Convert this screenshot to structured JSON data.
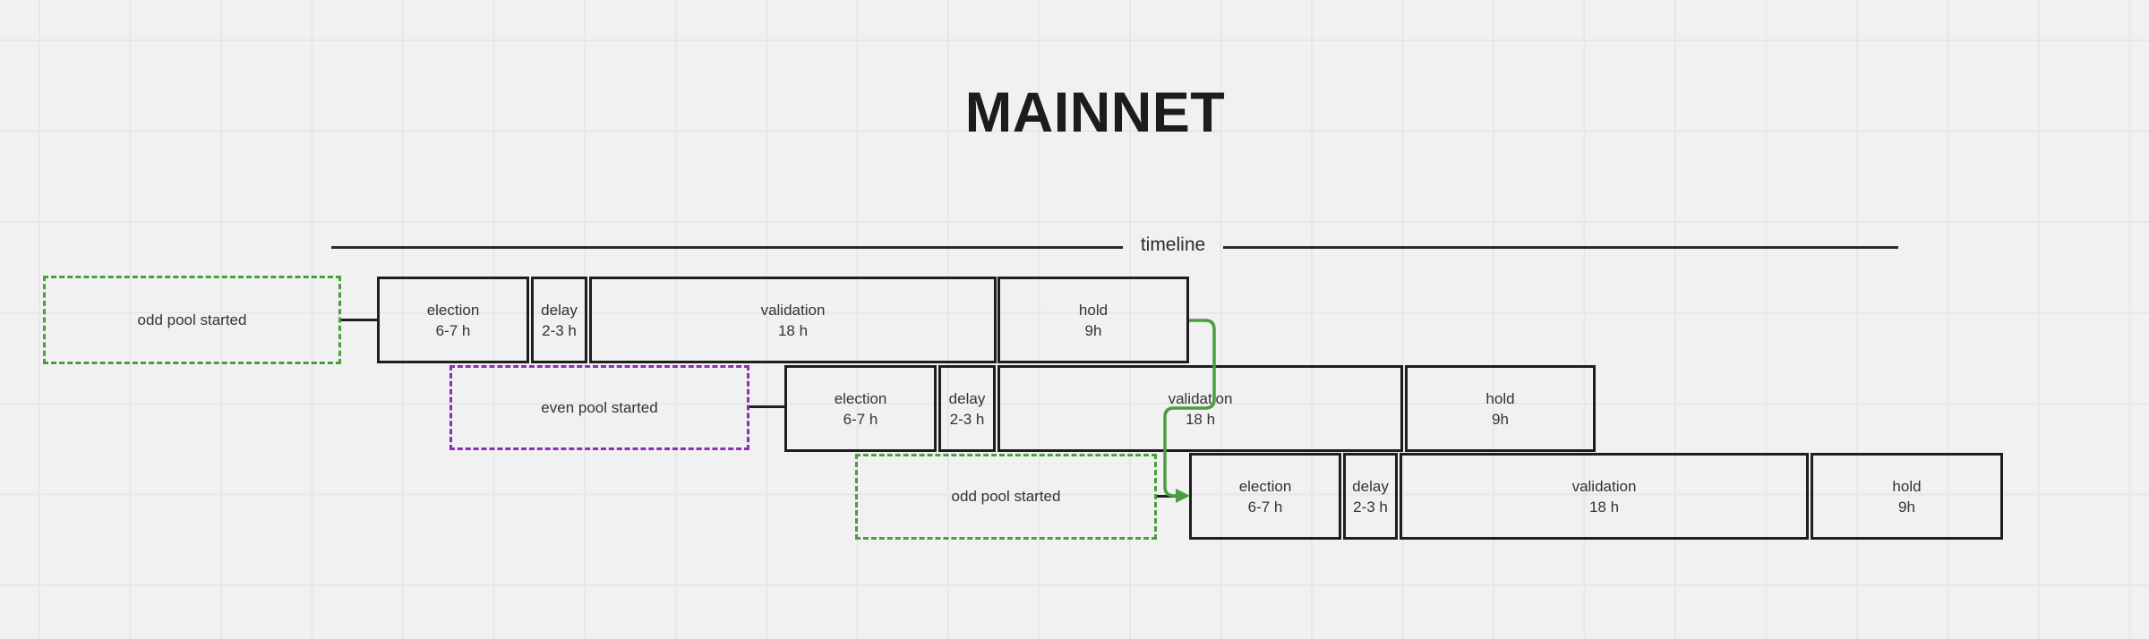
{
  "title": "MAINNET",
  "timeline": {
    "label": "timeline"
  },
  "colors": {
    "background": "#f1f1f2",
    "grid": "#e7e7e9",
    "line": "#1e1e1e",
    "text": "#333333",
    "green": "#4a9e3e",
    "purple": "#8d2eb4"
  },
  "rows": [
    {
      "trigger": "odd pool started",
      "phases": [
        {
          "name": "election",
          "duration": "6-7 h"
        },
        {
          "name": "delay",
          "duration": "2-3 h"
        },
        {
          "name": "validation",
          "duration": "18 h"
        },
        {
          "name": "hold",
          "duration": "9h"
        }
      ]
    },
    {
      "trigger": "even pool started",
      "phases": [
        {
          "name": "election",
          "duration": "6-7 h"
        },
        {
          "name": "delay",
          "duration": "2-3 h"
        },
        {
          "name": "validation",
          "duration": "18 h"
        },
        {
          "name": "hold",
          "duration": "9h"
        }
      ]
    },
    {
      "trigger": "odd pool started",
      "phases": [
        {
          "name": "election",
          "duration": "6-7 h"
        },
        {
          "name": "delay",
          "duration": "2-3 h"
        },
        {
          "name": "validation",
          "duration": "18 h"
        },
        {
          "name": "hold",
          "duration": "9h"
        }
      ]
    }
  ]
}
